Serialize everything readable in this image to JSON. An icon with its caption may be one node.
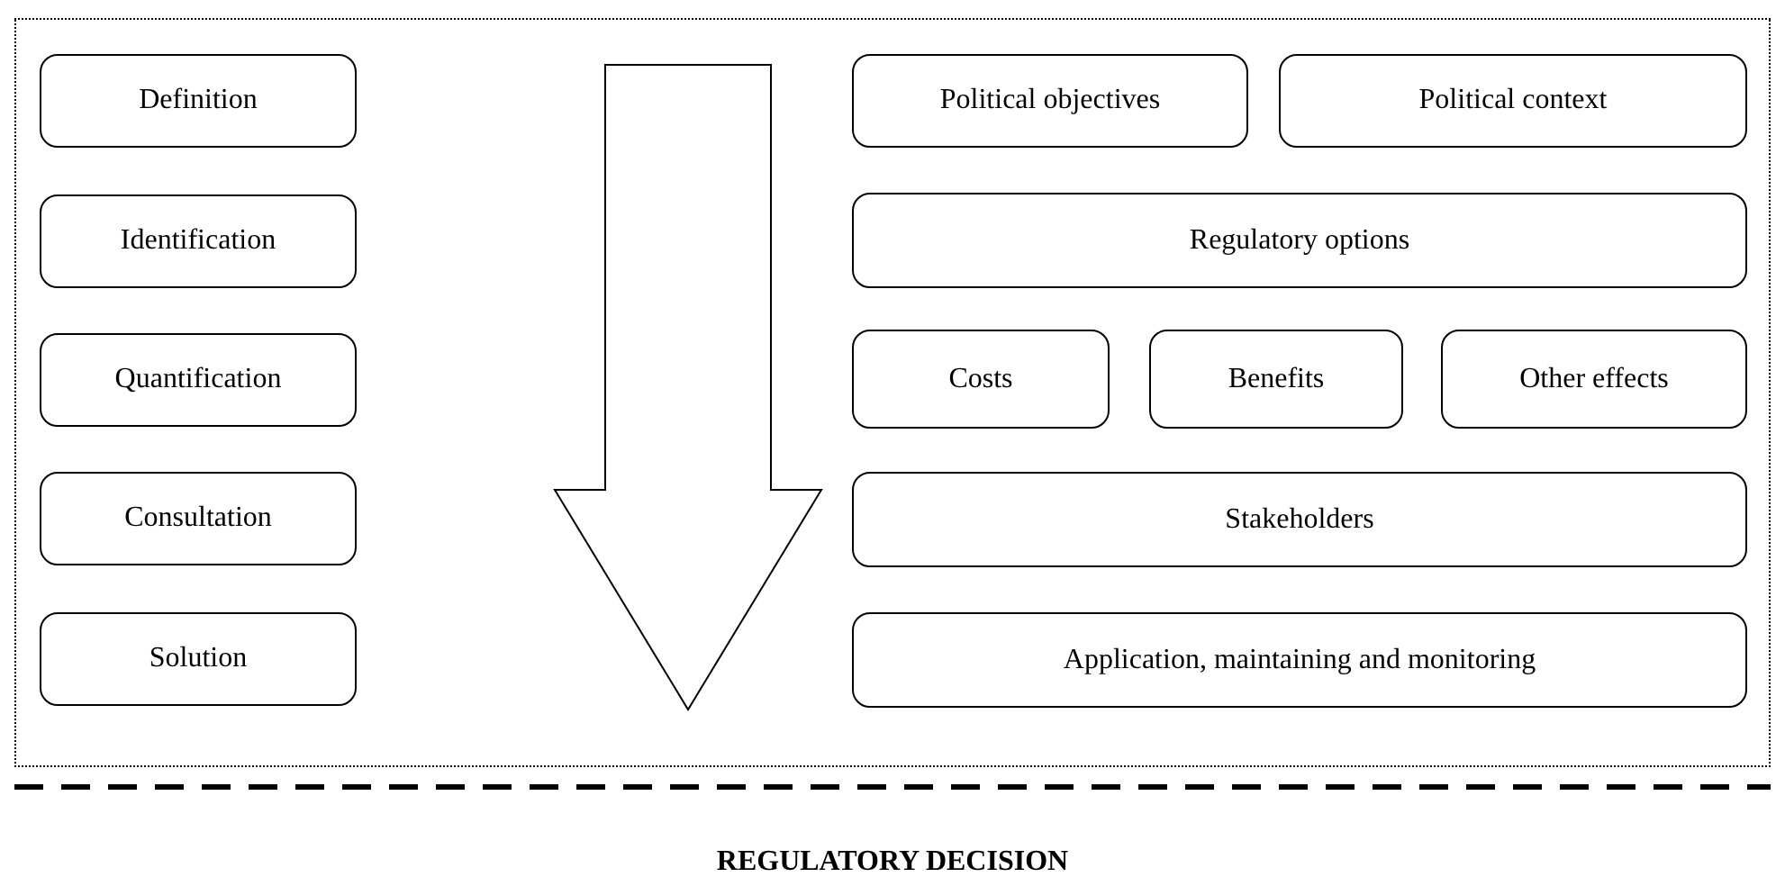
{
  "diagram": {
    "nodes": [
      {
        "text": [],
        "shape": "box"
      },
      {
        "text": [
          "Definition"
        ],
        "in": 0
      },
      {
        "text": [
          "Identification"
        ],
        "in": 0
      },
      {
        "text": [
          "Quantification"
        ],
        "in": 0
      },
      {
        "text": [
          "Consultation"
        ],
        "in": 0
      },
      {
        "text": [
          "Solution"
        ],
        "in": 0
      },
      {
        "text": [
          "Political objectives"
        ],
        "in": 0
      },
      {
        "text": [
          "Political context"
        ],
        "in": 0
      },
      {
        "text": [
          "Regulatory options"
        ],
        "in": 0
      },
      {
        "text": [
          "Costs"
        ],
        "in": 0
      },
      {
        "text": [
          "Benefits"
        ],
        "in": 0
      },
      {
        "text": [
          "Other effects"
        ],
        "in": 0
      },
      {
        "text": [
          "Stakeholders"
        ],
        "in": 0
      },
      {
        "text": [
          "Application, maintaining and monitoring"
        ],
        "in": 0
      }
    ],
    "edges": [],
    "labels": [
      "REGULATORY DECISION"
    ]
  }
}
